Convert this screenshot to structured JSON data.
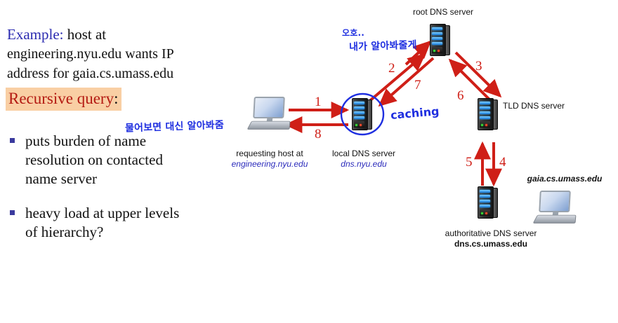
{
  "slide": {
    "lead": {
      "label": "Example:",
      "line1_rest": " host at",
      "line2": "engineering.nyu.edu wants IP",
      "line3": "address for gaia.cs.umass.edu"
    },
    "highlight": {
      "text": "Recursive query",
      "colon": ":",
      "text_color": "#b41a12",
      "background_color": "#f9cfa4"
    },
    "bullets": [
      "puts burden of name resolution on contacted name server",
      "heavy load at upper levels of hierarchy?"
    ]
  },
  "diagram": {
    "nodes": [
      {
        "id": "root",
        "icon": "server-icon",
        "caption_line1": "root DNS server",
        "caption_line2": ""
      },
      {
        "id": "tld",
        "icon": "server-icon",
        "caption_line1": "TLD DNS server",
        "caption_line2": ""
      },
      {
        "id": "local",
        "icon": "server-icon",
        "caption_line1": "local DNS server",
        "caption_line2": "dns.nyu.edu"
      },
      {
        "id": "requesting_host",
        "icon": "desktop-computer-icon",
        "caption_line1": "requesting host at",
        "caption_line2": "engineering.nyu.edu"
      },
      {
        "id": "authoritative",
        "icon": "server-icon",
        "caption_line1": "authoritative  DNS server",
        "caption_line2": "dns.cs.umass.edu"
      },
      {
        "id": "gaia_host",
        "icon": "desktop-computer-icon",
        "caption_line1": "gaia.cs.umass.edu",
        "caption_line2": ""
      }
    ],
    "step_numbers": [
      "1",
      "2",
      "3",
      "4",
      "5",
      "6",
      "7",
      "8"
    ],
    "arrow_color": "#cf1f17"
  },
  "annotations": {
    "ink_color": "#1f2fe0",
    "circle_target": "local DNS server",
    "notes": [
      {
        "id": "note-root-1",
        "text": "오호.."
      },
      {
        "id": "note-root-2",
        "text": "내가 알아봐줄게"
      },
      {
        "id": "note-local",
        "text": "물어보면  대신 알아봐줌"
      },
      {
        "id": "note-caching",
        "text": "caching"
      }
    ]
  }
}
